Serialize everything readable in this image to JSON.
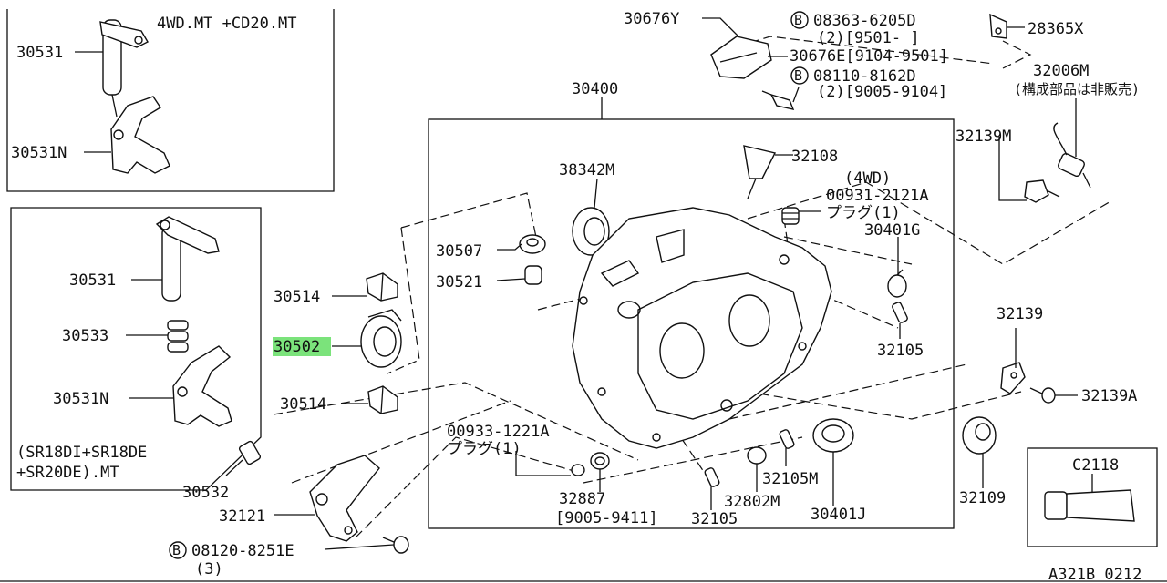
{
  "labels": {
    "variant_4wd_mt": "4WD.MT +CD20.MT",
    "p30531_a": "30531",
    "p30531n_a": "30531N",
    "p30531_b": "30531",
    "p30533": "30533",
    "p30531n_b": "30531N",
    "variant_sr_1": "(SR18DI+SR18DE",
    "variant_sr_2": "+SR20DE).MT",
    "p30532": "30532",
    "p30514_a": "30514",
    "p30502": "30502",
    "p30514_b": "30514",
    "p30676y": "30676Y",
    "b08363": "08363-6205D",
    "b08363_sub": "(2)[9501-     ]",
    "p30676e": "30676E[9104-9501]",
    "b08110": "08110-8162D",
    "b08110_sub": "(2)[9005-9104]",
    "p28365x": "28365X",
    "p32006m": "32006M",
    "p32006m_note": "(構成部品は非販売)",
    "p30400": "30400",
    "p32108": "32108",
    "note_4wd": "(4WD)",
    "p00931": "00931-2121A",
    "plug_1a": "プラグ(1)",
    "p32139m": "32139M",
    "p38342m": "38342M",
    "p30507": "30507",
    "p30521": "30521",
    "p30401g": "30401G",
    "p32105_a": "32105",
    "p32139": "32139",
    "p32139a": "32139A",
    "p00933": "00933-1221A",
    "plug_1b": "プラグ(1)",
    "p32887": "32887",
    "p32887_sub": "[9005-9411]",
    "p32105_b": "32105",
    "p32802m": "32802M",
    "p32105m": "32105M",
    "p30401j": "30401J",
    "p32109": "32109",
    "pc2118": "C2118",
    "p32121": "32121",
    "b08120": "08120-8251E",
    "b08120_sub": "(3)",
    "bolt_mark": "B",
    "diagram_code": "A321B 0212"
  },
  "colors": {
    "ink": "#111111",
    "highlight": "#7be37b"
  },
  "highlighted_part": "30502"
}
